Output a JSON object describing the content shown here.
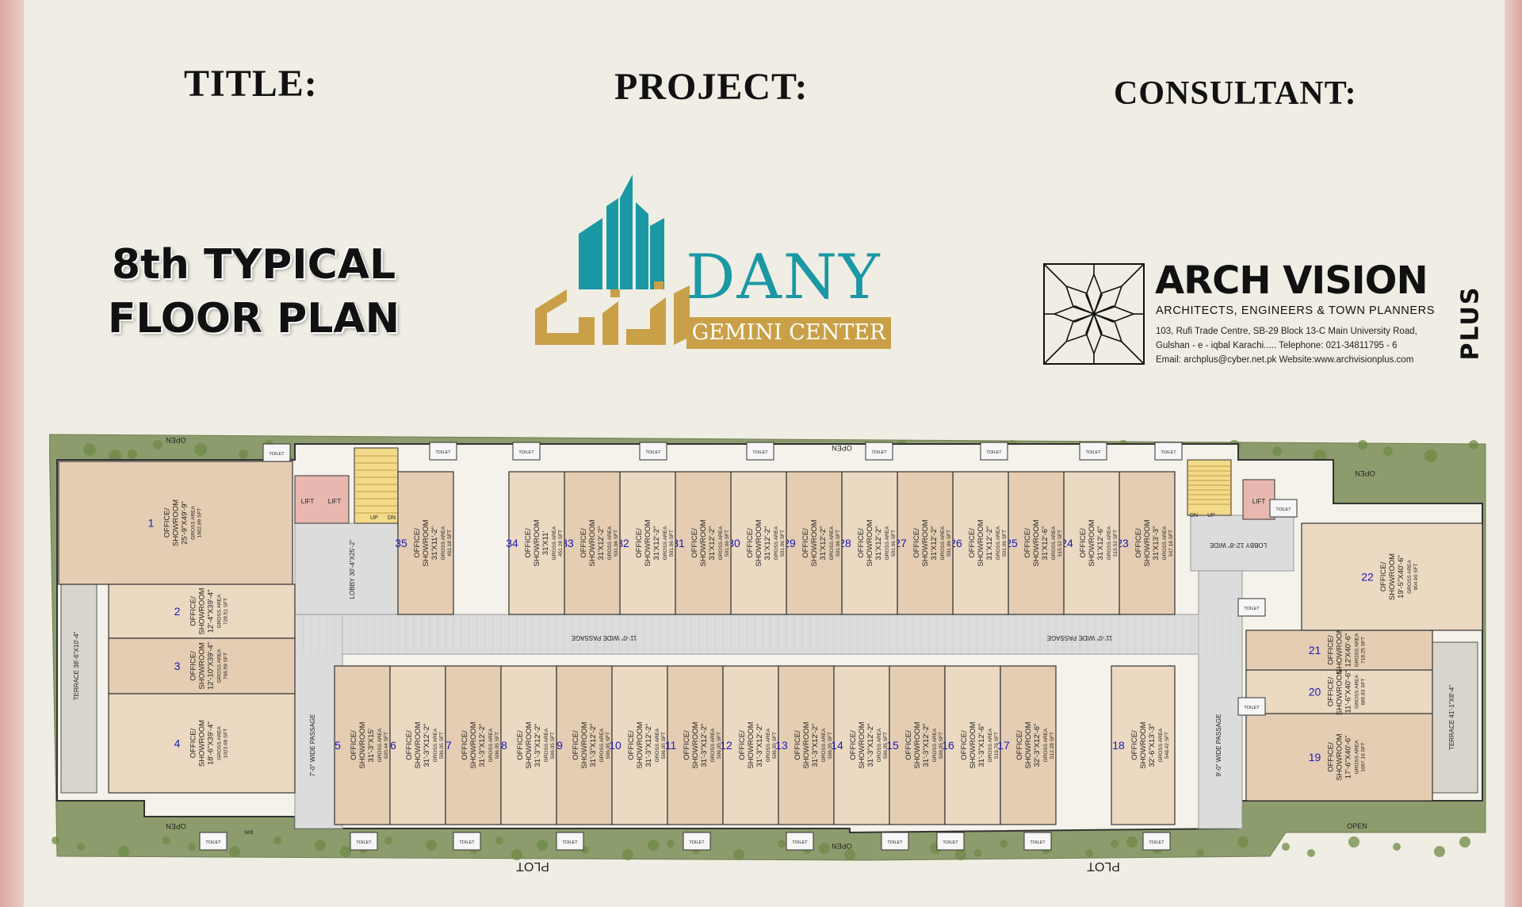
{
  "header": {
    "title_label": "TITLE:",
    "project_label": "PROJECT:",
    "consultant_label": "CONSULTANT:"
  },
  "plan_title": {
    "line1": "8th TYPICAL",
    "line2": "FLOOR PLAN"
  },
  "project_logo": {
    "name": "DANY",
    "subtitle": "GEMINI CENTER",
    "teal": "#1a98a4",
    "gold": "#c9a047"
  },
  "consultant": {
    "name": "ARCH VISION",
    "tagline": "ARCHITECTS, ENGINEERS & TOWN PLANNERS",
    "address1": "103, Rufi Trade Centre, SB-29 Block 13-C Main University Road,",
    "address2": "Gulshan - e - iqbal Karachi.....   Telephone: 021-34811795 - 6",
    "contact": "Email: archplus@cyber.net.pk  Website:www.archvisionplus.com",
    "plus": "PLUS"
  },
  "labels": {
    "open": "OPEN",
    "plot": "PLOT",
    "passage_main": "11'-0\" WIDE PASSAGE",
    "passage_left": "7'-0\" WIDE PASSAGE",
    "passage_right": "9'-0\" WIDE PASSAGE",
    "lobby_left": "LOBBY 30'-4\"X25'-2\"",
    "lobby_right": "LOBBY 12'-8\" WIDE",
    "lift": "LIFT",
    "up": "UP",
    "dn": "DN",
    "toilet": "TOILET",
    "terrace_left": "TERRACE 38'-6\"X10'-4\"",
    "terrace_right": "TERRACE 41'-1\"X8'-4\"",
    "wub": "W/B"
  },
  "units": [
    {
      "no": "1",
      "desc": "OFFICE/ SHOWROOM",
      "size": "25'-9\"X49'-9\"",
      "area": "1602.89 SFT"
    },
    {
      "no": "2",
      "desc": "OFFICE/ SHOWROOM",
      "size": "12'-4\"X39'-4\"",
      "area": "728.51 SFT"
    },
    {
      "no": "3",
      "desc": "OFFICE/ SHOWROOM",
      "size": "12'-10\"X39'-4\"",
      "area": "766.59 SFT"
    },
    {
      "no": "4",
      "desc": "OFFICE/ SHOWROOM",
      "size": "18'-6\"X39'-4\"",
      "area": "1023.68 SFT"
    },
    {
      "no": "5",
      "desc": "OFFICE/ SHOWROOM",
      "size": "31'-3\"X15'",
      "area": "620.44 SFT"
    },
    {
      "no": "6",
      "desc": "OFFICE/ SHOWROOM",
      "size": "31'-3\"X12'-2\"",
      "area": "506.05 SFT"
    },
    {
      "no": "7",
      "desc": "OFFICE/ SHOWROOM",
      "size": "31'-3\"X12'-2\"",
      "area": "506.05 SFT"
    },
    {
      "no": "8",
      "desc": "OFFICE/ SHOWROOM",
      "size": "31'-3\"X12'-2\"",
      "area": "506.05 SFT"
    },
    {
      "no": "9",
      "desc": "OFFICE/ SHOWROOM",
      "size": "31'-3\"X12'-2\"",
      "area": "506.05 SFT"
    },
    {
      "no": "10",
      "desc": "OFFICE/ SHOWROOM",
      "size": "31'-3\"X12'-2\"",
      "area": "506.05 SFT"
    },
    {
      "no": "11",
      "desc": "OFFICE/ SHOWROOM",
      "size": "31'-3\"X12'-2\"",
      "area": "506.05 SFT"
    },
    {
      "no": "12",
      "desc": "OFFICE/ SHOWROOM",
      "size": "31'-3\"X12'-2\"",
      "area": "506.05 SFT"
    },
    {
      "no": "13",
      "desc": "OFFICE/ SHOWROOM",
      "size": "31'-3\"X12'-2\"",
      "area": "506.05 SFT"
    },
    {
      "no": "14",
      "desc": "OFFICE/ SHOWROOM",
      "size": "31'-3\"X12'-2\"",
      "area": "506.05 SFT"
    },
    {
      "no": "15",
      "desc": "OFFICE/ SHOWROOM",
      "size": "31'-3\"X12'-2\"",
      "area": "506.05 SFT"
    },
    {
      "no": "16",
      "desc": "OFFICE/ SHOWROOM",
      "size": "31'-3\"X12'-6\"",
      "area": "519.76 SFT"
    },
    {
      "no": "17",
      "desc": "OFFICE/ SHOWROOM",
      "size": "32'-3\"X12'-6\"",
      "area": "512.28 SFT"
    },
    {
      "no": "18",
      "desc": "OFFICE/ SHOWROOM",
      "size": "32'-6\"X13'-3\"",
      "area": "548.42 SFT"
    },
    {
      "no": "19",
      "desc": "OFFICE/ SHOWROOM",
      "size": "17'-6\"X40'-6\"",
      "area": "1067.16 SFT"
    },
    {
      "no": "20",
      "desc": "OFFICE/ SHOWROOM",
      "size": "11'-6\"X40'-6\"",
      "area": "685.83 SFT"
    },
    {
      "no": "21",
      "desc": "OFFICE/ SHOWROOM",
      "size": "12'X40'-6\"",
      "area": "718.25 SFT"
    },
    {
      "no": "22",
      "desc": "OFFICE/ SHOWROOM",
      "size": "19'-5\"X40'-6\"",
      "area": "904.90 SFT"
    },
    {
      "no": "23",
      "desc": "OFFICE/ SHOWROOM",
      "size": "31'X13'-3\"",
      "area": "547.18 SFT"
    },
    {
      "no": "24",
      "desc": "OFFICE/ SHOWROOM",
      "size": "31'X12'-6\"",
      "area": "515.52 SFT"
    },
    {
      "no": "25",
      "desc": "OFFICE/ SHOWROOM",
      "size": "31'X12'-6\"",
      "area": "515.52 SFT"
    },
    {
      "no": "26",
      "desc": "OFFICE/ SHOWROOM",
      "size": "31'X12'-2\"",
      "area": "501.06 SFT"
    },
    {
      "no": "27",
      "desc": "OFFICE/ SHOWROOM",
      "size": "31'X12'-2\"",
      "area": "501.06 SFT"
    },
    {
      "no": "28",
      "desc": "OFFICE/ SHOWROOM",
      "size": "31'X12'-2\"",
      "area": "501.06 SFT"
    },
    {
      "no": "29",
      "desc": "OFFICE/ SHOWROOM",
      "size": "31'X12'-2\"",
      "area": "501.06 SFT"
    },
    {
      "no": "30",
      "desc": "OFFICE/ SHOWROOM",
      "size": "31'X12'-2\"",
      "area": "501.06 SFT"
    },
    {
      "no": "31",
      "desc": "OFFICE/ SHOWROOM",
      "size": "31'X12'-2\"",
      "area": "501.06 SFT"
    },
    {
      "no": "32",
      "desc": "OFFICE/ SHOWROOM",
      "size": "31'X12'-2\"",
      "area": "501.06 SFT"
    },
    {
      "no": "33",
      "desc": "OFFICE/ SHOWROOM",
      "size": "31'X12'-2\"",
      "area": "501.06 SFT"
    },
    {
      "no": "34",
      "desc": "OFFICE/ SHOWROOM",
      "size": "31'X11'",
      "area": "451.28 SFT"
    },
    {
      "no": "35",
      "desc": "OFFICE/ SHOWROOM",
      "size": "31'X11'-2\"",
      "area": "461.18 SFT"
    }
  ],
  "gross_area_label": "GROSS AREA",
  "colors": {
    "paper": "#efede4",
    "unit_fill": "#ecd9c2",
    "unit_fill_alt": "#e5cdb3",
    "passage": "#dcdcdc",
    "landscape": "#8d9c6c",
    "unit_number": "#1a1ab8",
    "stair": "#f3d98a",
    "lift": "#e8b8b0"
  }
}
